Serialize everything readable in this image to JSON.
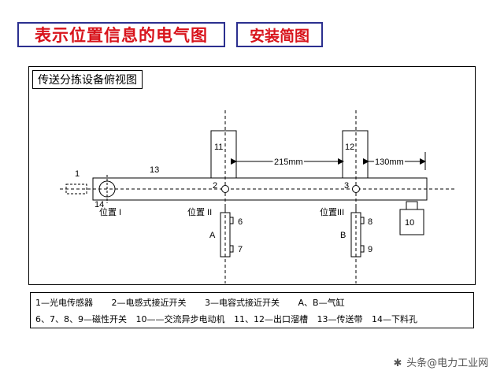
{
  "title": "表示位置信息的电气图",
  "tag": "安装简图",
  "frame_title": "传送分拣设备俯视图",
  "labels": {
    "n1": "1",
    "n13": "13",
    "n14": "14",
    "n11": "11",
    "n12": "12",
    "n2": "2",
    "n3": "3",
    "n6": "6",
    "n7": "7",
    "n8": "8",
    "n9": "9",
    "n10": "10",
    "nA": "A",
    "nB": "B",
    "pos1": "位置 I",
    "pos2": "位置 II",
    "pos3": "位置III",
    "dim1": "215mm",
    "dim2": "130mm"
  },
  "legend": {
    "row1": [
      "1—光电传感器",
      "2—电感式接近开关",
      "3—电容式接近开关",
      "A、B—气缸"
    ],
    "row2": [
      "6、7、8、9—磁性开关",
      "10——交流异步电动机",
      "11、12—出口溜槽",
      "13—传送带",
      "14—下料孔"
    ]
  },
  "watermark": "头条@电力工业网",
  "colors": {
    "title_red": "#d8131b",
    "frame_blue": "#2b2f8f"
  }
}
